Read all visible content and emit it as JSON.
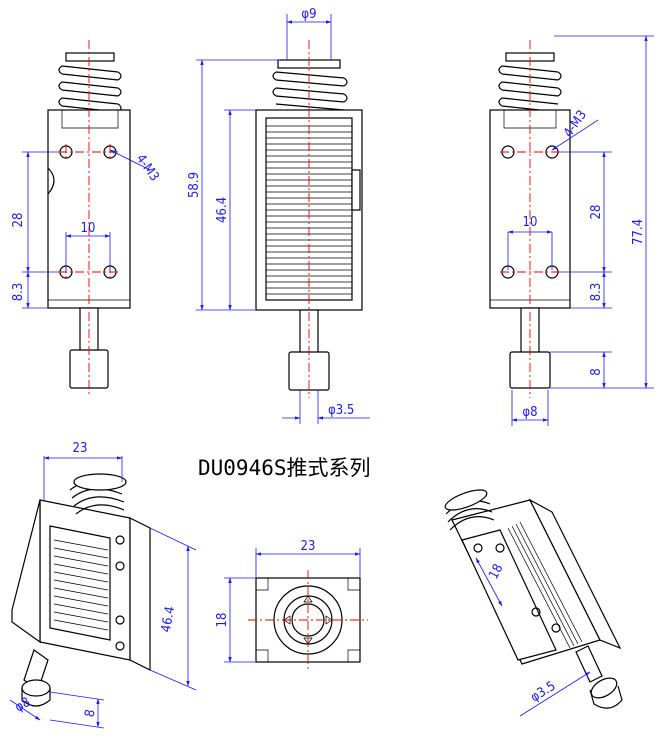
{
  "title": "DU0946S推式系列",
  "colors": {
    "outline": "#000000",
    "dimension": "#1a1aff",
    "centerline": "#ee0000"
  },
  "front_view": {
    "dim_28": "28",
    "dim_10": "10",
    "dim_8_3": "8.3",
    "hole_callout": "4-M3"
  },
  "side_view": {
    "dim_dia9": "φ9",
    "dim_58_9": "58.9",
    "dim_46_4": "46.4",
    "dim_dia3_5": "φ3.5"
  },
  "back_view": {
    "hole_callout": "4-M3",
    "dim_10": "10",
    "dim_28": "28",
    "dim_8_3": "8.3",
    "dim_77_4": "77.4",
    "dim_8": "8",
    "dim_dia8": "φ8"
  },
  "iso_left": {
    "dim_23": "23",
    "dim_46_4": "46.4",
    "dim_dia8": "φ8",
    "dim_8": "8"
  },
  "end_view": {
    "dim_23": "23",
    "dim_18": "18"
  },
  "iso_right": {
    "dim_18": "18",
    "dim_dia3_5": "φ3.5"
  }
}
